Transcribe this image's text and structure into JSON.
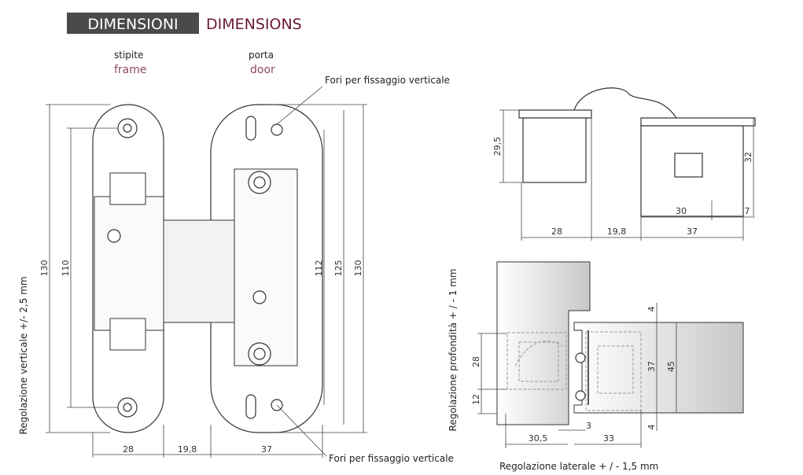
{
  "header": {
    "title_it": "DIMENSIONI",
    "title_en": "DIMENSIONS",
    "title_box_color": "#4a4a4a",
    "title_en_color": "#6b1a35"
  },
  "front_view": {
    "frame_label_it": "stipite",
    "frame_label_en": "frame",
    "door_label_it": "porta",
    "door_label_en": "door",
    "note_top": "Fori per fissaggio verticale",
    "note_bottom": "Fori per fissaggio verticale",
    "vertical_adjustment": "Regolazione verticale +/- 2,5 mm",
    "dims": {
      "left_total": "130",
      "left_holes": "110",
      "right_112": "112",
      "right_125": "125",
      "right_total": "130",
      "bottom_frame": "28",
      "bottom_gap": "19,8",
      "bottom_door": "37"
    }
  },
  "top_view": {
    "dims": {
      "height": "29,5",
      "w_frame": "28",
      "w_gap": "19,8",
      "w_door": "37",
      "w_30": "30",
      "w_7": "7",
      "height_32": "32"
    }
  },
  "section_view": {
    "depth_adjustment": "Regolazione profondità + / - 1 mm",
    "lateral_adjustment": "Regolazione laterale + / - 1,5 mm",
    "dims": {
      "d28": "28",
      "d12": "12",
      "d30_5": "30,5",
      "d3": "3",
      "d33": "33",
      "d4_top": "4",
      "d37": "37",
      "d45": "45",
      "d4_bottom": "4"
    }
  }
}
